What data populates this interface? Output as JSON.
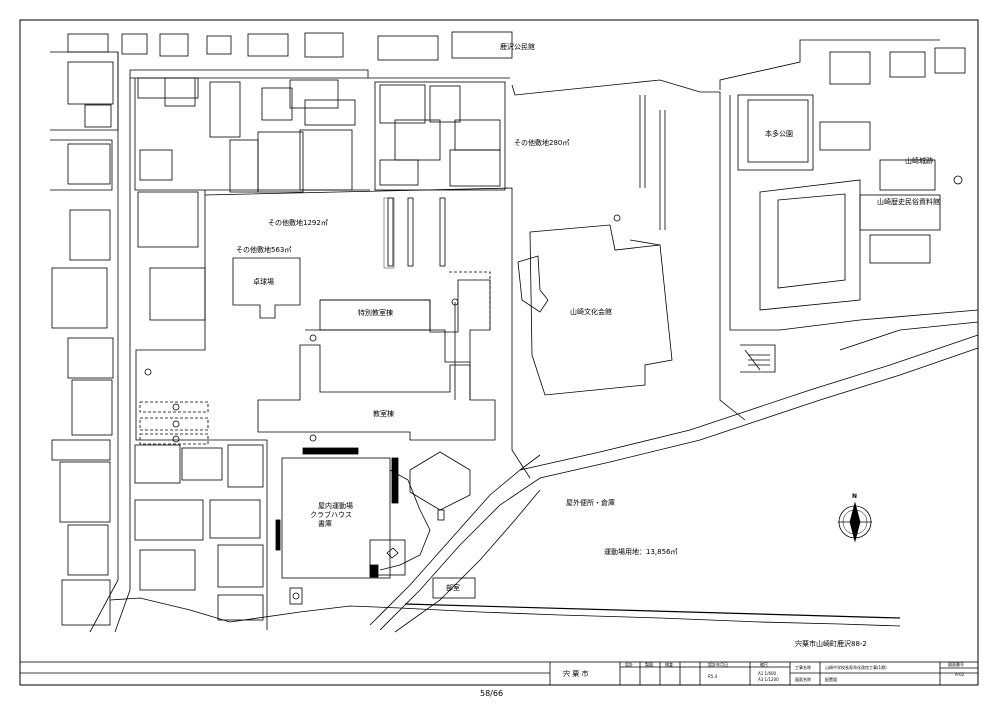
{
  "map": {
    "labels": {
      "kashizawa_hall": "鹿沢公民館",
      "other_site_280": "その他敷地280㎡",
      "hondagaoka_park": "本多公園",
      "castle_ruins": "山崎城跡",
      "museum": "山崎歴史民俗資料館",
      "other_site_1292": "その他敷地1292㎡",
      "other_site_563": "その他敷地563㎡",
      "table_tennis": "卓球場",
      "special_classroom": "特別教室棟",
      "culture_hall": "山崎文化会館",
      "classroom": "教室棟",
      "indoor_sports_1": "屋内運動場",
      "indoor_sports_2": "クラブハウス",
      "indoor_sports_3": "書庫",
      "outdoor_toilet": "屋外便所・倉庫",
      "club_room": "部室",
      "sports_ground": "運動場用地：13,856㎡",
      "address": "宍粟市山崎町鹿沢88-2",
      "north": "N"
    }
  },
  "title_block": {
    "owner": "宍 粟 市",
    "col_design": "設計",
    "col_draw": "製図",
    "col_check": "検査",
    "col_date": "設計年月日",
    "col_scale": "縮尺",
    "date_value": "R5.4",
    "scale_value_1": "A1 1/600",
    "scale_value_2": "A3 1/1200",
    "work_name_label": "工事名称",
    "work_name_value": "山崎中学校長寿命化改良工事(1期)",
    "drawing_name_label": "図面名称",
    "drawing_name_value": "配置図",
    "drawing_no_label": "図面番号",
    "drawing_no_value": "A-02"
  },
  "page_number": "58/66"
}
